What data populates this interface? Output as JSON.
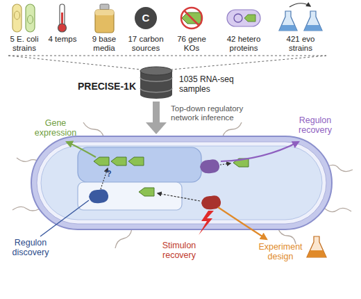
{
  "diagram": {
    "nodes": [
      {
        "text": [
          "PRECISE-1K",
          "1035 RNA-seq samples"
        ]
      }
    ],
    "labels": [
      "C",
      "5 E. coli strains",
      "4 temps",
      "9 base media",
      "17 carbon sources",
      "76 gene KOs",
      "42 hetero proteins",
      "421 evo strains",
      "Top-down regulatory network inference",
      "Gene expression",
      "Regulon recovery",
      "?",
      "Regulon discovery",
      "Stimulon recovery",
      "Experiment design"
    ]
  }
}
